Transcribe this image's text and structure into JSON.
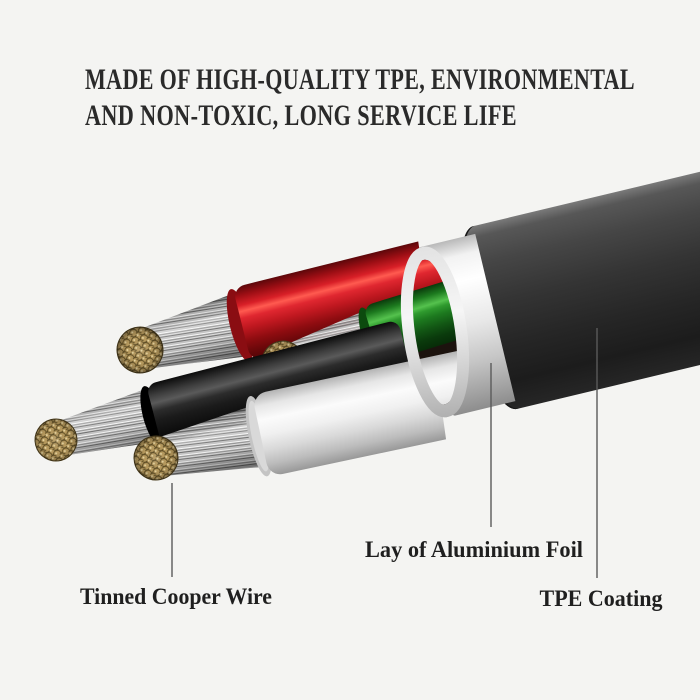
{
  "title": {
    "line1": "MADE OF HIGH-QUALITY TPE, ENVIRONMENTAL",
    "line2": "AND NON-TOXIC, LONG SERVICE LIFE"
  },
  "callouts": {
    "tinned_copper": "Tinned Cooper Wire",
    "aluminium_foil": "Lay of Aluminium Foil",
    "tpe_coating": "TPE Coating"
  },
  "colors": {
    "background": "#f4f4f2",
    "title_text": "#2a2a2a",
    "label_text": "#1f1f1f",
    "callout_line": "#5a5a5a",
    "jacket_tpe": "#2e2e2e",
    "jacket_face": "#161616",
    "foil_silver": "#e9e9e9",
    "opening_shadow": "#1c130e",
    "wire_red": "#cc161f",
    "wire_green": "#1f7d20",
    "wire_black": "#1b1b1b",
    "wire_white": "#f0f0f0",
    "tinned_strand": "#c6c6c6",
    "copper_tip_gold": "#b79a5e"
  }
}
